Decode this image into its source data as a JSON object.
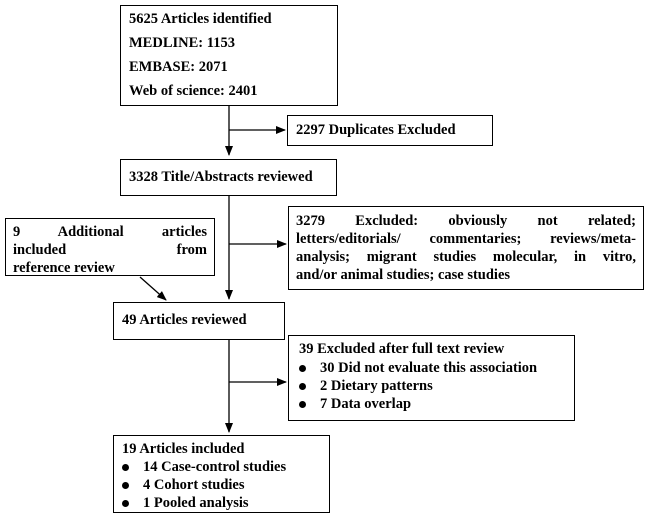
{
  "identified": {
    "lines": [
      "5625 Articles identified",
      "MEDLINE: 1153",
      "EMBASE: 2071",
      "Web of science: 2401"
    ]
  },
  "duplicates": {
    "label": "2297 Duplicates Excluded"
  },
  "title_abstracts": {
    "label": "3328 Title/Abstracts reviewed"
  },
  "additional": {
    "lines": [
      "9 Additional articles",
      "included from",
      "reference review"
    ]
  },
  "excluded_screen": {
    "lines": [
      "3279 Excluded: obviously not related;",
      "letters/editorials/ commentaries; reviews/meta-",
      "analysis; migrant studies molecular, in vitro,",
      "and/or animal studies; case studies"
    ]
  },
  "articles_reviewed": {
    "label": "49 Articles reviewed"
  },
  "excluded_fulltext": {
    "title": "39 Excluded after full text review",
    "items": [
      "30 Did not evaluate this association",
      "2 Dietary patterns",
      "7 Data overlap"
    ]
  },
  "included": {
    "title": "19 Articles included",
    "items": [
      "14 Case-control studies",
      "4 Cohort studies",
      "1 Pooled analysis"
    ]
  }
}
